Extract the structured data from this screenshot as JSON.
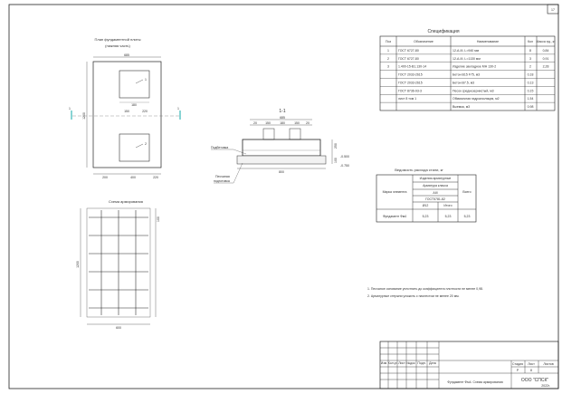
{
  "sheet": {
    "number": "17"
  },
  "plan": {
    "title_line1": "План фундаментной плиты",
    "title_line2": "(нижняя часть)",
    "dims": {
      "top": "685",
      "bottom_a": "200",
      "bottom_b": "400",
      "bottom_c": "220",
      "mid_a": "180",
      "mid_b": "150",
      "mid_c": "220",
      "left_total": "1200"
    },
    "callouts": [
      "1",
      "2"
    ],
    "section_mark": "1"
  },
  "section": {
    "title": "1-1",
    "label_prep": "Подбетовка",
    "label_sand_1": "Песчаная",
    "label_sand_2": "подготовка",
    "dims": {
      "top": "685",
      "d1": "20",
      "d2": "150",
      "d3": "180",
      "d4": "150",
      "d5": "20",
      "bottom": "800",
      "h1": "100",
      "h2": "250",
      "level1": "-0.500",
      "level2": "-0.750"
    }
  },
  "mesh": {
    "title": "Схема армирования",
    "dims": {
      "left": "1200",
      "bottom": "600",
      "right": "100"
    }
  },
  "spec": {
    "title": "Спецификация",
    "headers": [
      "Поз",
      "Обозначение",
      "Наименование",
      "Кол",
      "Масса ед., кг"
    ],
    "rows": [
      [
        "1",
        "ГОСТ 6727-80",
        "12-А-III, L=940 мм",
        "8",
        "0,84"
      ],
      [
        "2",
        "ГОСТ 6727-80",
        "12-А-III, L=1130 мм",
        "3",
        "0,91"
      ],
      [
        "3",
        "1.400-15-В1.130-14",
        "Изделие закладное МН 130-2",
        "2",
        "2,28"
      ],
      [
        "",
        "ГОСТ 2033-2615",
        "Бетон В15 F75, м3",
        "0,18",
        ""
      ],
      [
        "",
        "ГОСТ 2033-2615",
        "Бетон В7.5, м3",
        "0,13",
        ""
      ],
      [
        "",
        "ГОСТ 8736-93-3",
        "Песок среднезернистый, м3",
        "0,15",
        ""
      ],
      [
        "",
        "лист 8 том 1",
        "Обмазочная гидроизоляция, м2",
        "1,54",
        ""
      ],
      [
        "",
        "",
        "Выемка, м3",
        "0,98",
        ""
      ]
    ]
  },
  "steel": {
    "title": "Ведомость расхода стали, кг",
    "h_mark": "Марка элемента",
    "h_group": "Изделия арматурные",
    "h_sub": "Арматура класса",
    "h_class": "АIII",
    "h_gost": "ГОСТ5781-82",
    "h_d12": "Ø12",
    "h_itogo": "Итого",
    "h_vsego": "Всего",
    "row": {
      "mark": "Фундамент Фм4",
      "d12": "5,23",
      "itogo": "5,23",
      "vsego": "5,23"
    }
  },
  "notes": [
    "1.    Песчаное основание уплотнить до коэффициента плотности не менее 0,98.",
    "2.    Арматурные стержни уложить с нахлестом не менее 20 мм."
  ],
  "stamp": {
    "cols": [
      "Изм",
      "Кол.уч",
      "Лист",
      "№док",
      "Подп.",
      "Дата"
    ],
    "h_stage": "Стадия",
    "h_sheet": "Лист",
    "h_sheets": "Листов",
    "stage": "Р",
    "sheet": "8",
    "name": "Фундамент Фм4. Схема армирования",
    "org": "ООО \"СПСК\"",
    "year": "2022г."
  }
}
